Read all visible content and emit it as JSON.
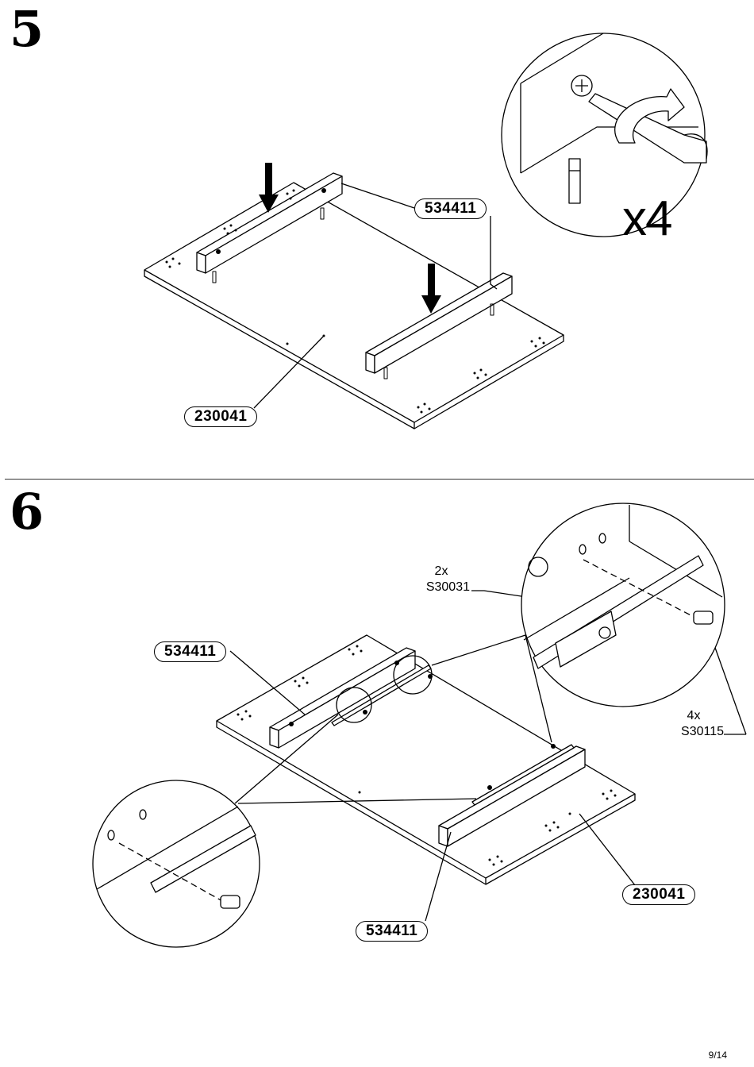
{
  "steps": [
    {
      "number": "5",
      "parts": {
        "rail": "534411",
        "panel": "230041"
      },
      "multiplier": "x4"
    },
    {
      "number": "6",
      "parts": {
        "rail_left": "534411",
        "rail_bottom": "534411",
        "panel": "230041",
        "slide_qty": "2x",
        "slide_code": "S30031",
        "screw_qty": "4x",
        "screw_code": "S30115"
      }
    }
  ],
  "page": "9/14",
  "icons": [
    "downward-arrow-icon",
    "screwdriver-icon",
    "rotation-arrow-icon",
    "dowel-icon",
    "screw-icon",
    "drawer-slide-icon"
  ]
}
